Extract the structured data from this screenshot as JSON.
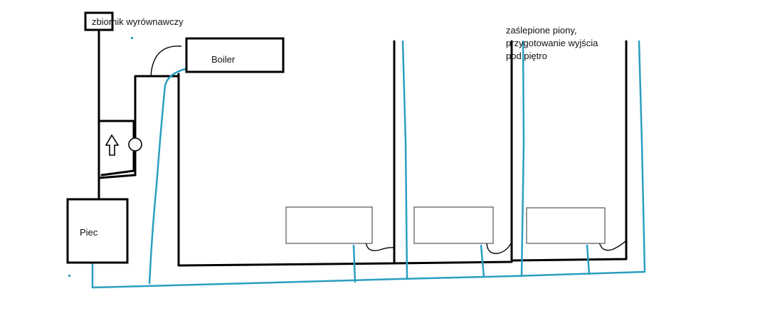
{
  "labels": {
    "expansion_tank": "zbiornik wyrównawczy",
    "boiler": "Boiler",
    "furnace": "Piec",
    "note_line1": "zaślepione piony,",
    "note_line2": "przygotowanie wyjścia",
    "note_line3": "pod piętro"
  },
  "colors": {
    "supply_line": "#000000",
    "return_line": "#2a9fc0",
    "background": "#ffffff"
  },
  "icons": {
    "pump": "pump-circle-icon",
    "flow_direction": "up-arrow-icon"
  }
}
